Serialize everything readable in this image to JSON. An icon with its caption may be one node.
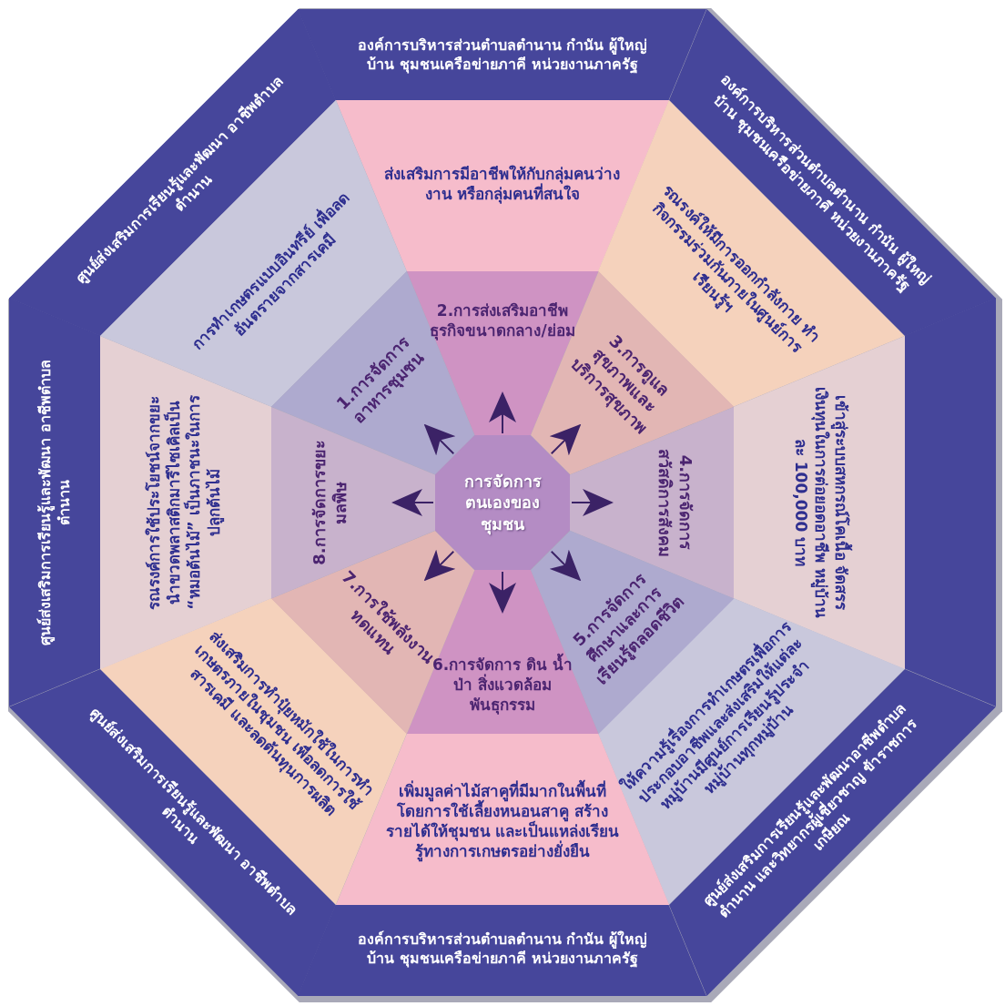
{
  "diagram": {
    "nodes": [
      {
        "text": [
          "องค์การบริหารส่วนตำบลตำนาน กำนัน ผู้ใหญ่บ้าน ชุมชนเครือข่ายภาคี หน่วยงานภาครัฐ"
        ]
      },
      {
        "text": [
          "องค์การบริหารส่วนตำบลตำนาน กำนัน ผู้ใหญ่บ้าน ชุมชนเครือข่ายภาคี หน่วยงานภาครัฐ"
        ]
      },
      {
        "text": [],
        "shape": "band"
      },
      {
        "text": [
          "ศูนย์ส่งเสริมการเรียนรู้และพัฒนาอาชีพตำบล ตำนาน และวิทยากรผู้เชี่ยวชาญ ข้าราชการเกษียณ"
        ]
      },
      {
        "text": [
          "องค์การบริหารส่วนตำบลตำนาน กำนัน ผู้ใหญ่บ้าน ชุมชนเครือข่ายภาคี หน่วยงานภาครัฐ"
        ]
      },
      {
        "text": [
          "ศูนย์ส่งเสริมการเรียนรู้และพัฒนา อาชีพตำบลตำนาน"
        ]
      },
      {
        "text": [
          "ศูนย์ส่งเสริมการเรียนรู้และพัฒนา อาชีพตำบลตำนาน"
        ]
      },
      {
        "text": [
          "ศูนย์ส่งเสริมการเรียนรู้และพัฒนา อาชีพตำบลตำนาน"
        ]
      },
      {
        "text": [
          "ส่งเสริมการมีอาชีพให้กับกลุ่มคนว่างงาน หรือกลุ่มคนที่สนใจ"
        ]
      },
      {
        "text": [
          "รณรงค์ให้มีการออกกำลังกาย ทำกิจกรรมร่วมกันภายในศูนย์การเรียนรู้ฯ"
        ]
      },
      {
        "text": [
          "เข้าสู่ระบบสหกรณ์โคเนื้อ จัดสรรเงินทุนในการต่อยอดอาชีพ หมู่บ้านละ 100,000 บาท"
        ]
      },
      {
        "text": [
          "ให้ความรู้เรื่องการทำเกษตรเพื่อการประกอบอาชีพและส่งเสริมให้แต่ละหมู่บ้านมีศูนย์การเรียนรู้ประจำหมู่บ้านทุกหมู่บ้าน"
        ]
      },
      {
        "text": [
          "เพิ่มมูลค่าไม้สาคูที่มีมากในพื้นที่ โดยการใช้เลี้ยงหนอนสาคู สร้างรายได้ให้ชุมชน และเป็นแหล่งเรียนรู้ทางการเกษตรอย่างยั่งยืน"
        ]
      },
      {
        "text": [
          "ส่งเสริมการทำปุ๋ยหมักใช้ในการทำเกษตรภายในชุมชน เพื่อลดการใช้สารเคมี และลดต้นทุนการผลิต"
        ]
      },
      {
        "text": [
          "รณรงค์การใช้ประโยชน์จากขยะ นำขวดพลาสติกมารีไซเคิลเป็น “หมอต้นไม้” เป็นภาชนะในการปลูกต้นไม้"
        ]
      },
      {
        "text": [
          "การทำเกษตรแบบอินทรีย์ เพื่อลดอันตรายจากสารเคมี"
        ]
      },
      {
        "text": [
          "1.การจัดการอาหารชุมชน"
        ]
      },
      {
        "text": [
          "2.การส่งเสริมอาชีพ ธุรกิจขนาดกลาง/ย่อม"
        ]
      },
      {
        "text": [
          "3.การดูแลสุขภาพและบริการสุขภาพ"
        ]
      },
      {
        "text": [
          "4.การจัดการสวัสดิการสังคม"
        ]
      },
      {
        "text": [
          "5.การจัดการศึกษาและการเรียนรู้ตลอดชีวิต"
        ]
      },
      {
        "text": [
          "6.การจัดการ ดิน น้ำ ป่า สิ่งแวดล้อม พันธุกรรม"
        ]
      },
      {
        "text": [
          "7.การใช้พลังงานทดแทน"
        ]
      },
      {
        "text": [
          "8.การจัดการขยะมลพิษ"
        ]
      },
      {
        "text": [
          "การจัดการตนเองของชุมชน"
        ]
      }
    ],
    "edges": [
      {
        "from": 24,
        "to": 16,
        "arrow": "to"
      },
      {
        "from": 24,
        "to": 17,
        "arrow": "to"
      },
      {
        "from": 24,
        "to": 18,
        "arrow": "to"
      },
      {
        "from": 24,
        "to": 19,
        "arrow": "to"
      },
      {
        "from": 24,
        "to": 20,
        "arrow": "to"
      },
      {
        "from": 24,
        "to": 21,
        "arrow": "to"
      },
      {
        "from": 24,
        "to": 22,
        "arrow": "to"
      },
      {
        "from": 24,
        "to": 23,
        "arrow": "to"
      }
    ]
  }
}
